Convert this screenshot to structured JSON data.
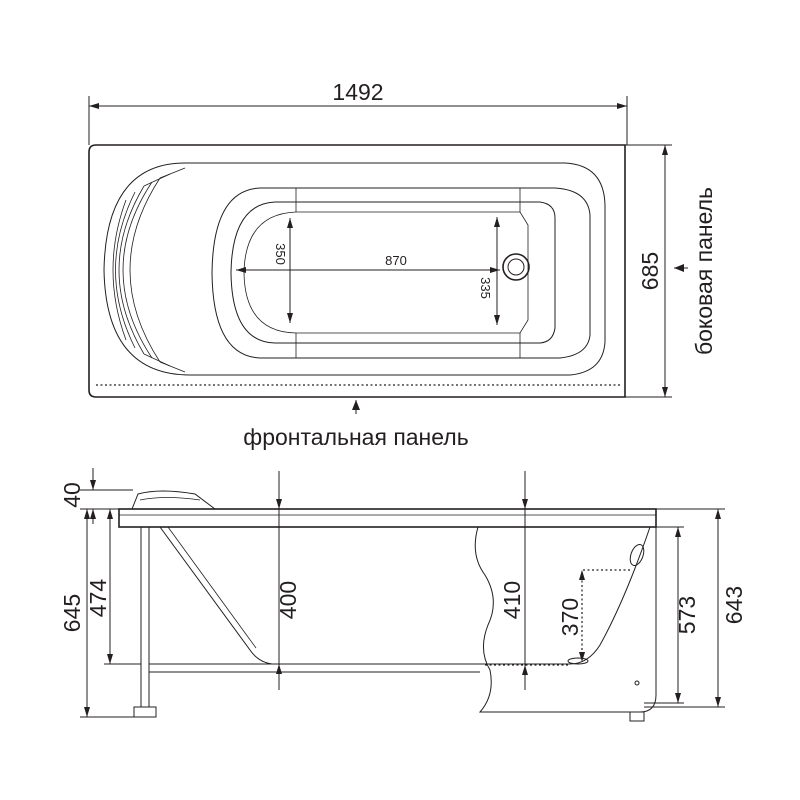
{
  "top_view": {
    "overall_length": "1492",
    "overall_width": "685",
    "bowl_width": "350",
    "bowl_length": "870",
    "bowl_width_drain": "335",
    "side_panel_label": "боковая панель",
    "front_panel_label": "фронтальная панель"
  },
  "side_view": {
    "rim_thickness": "40",
    "height_total_left": "645",
    "height_frame": "474",
    "depth_center": "400",
    "depth_drain": "410",
    "overflow_height": "370",
    "height_panel": "573",
    "height_total_right": "643"
  },
  "colors": {
    "line": "#231f20",
    "background": "#ffffff"
  }
}
